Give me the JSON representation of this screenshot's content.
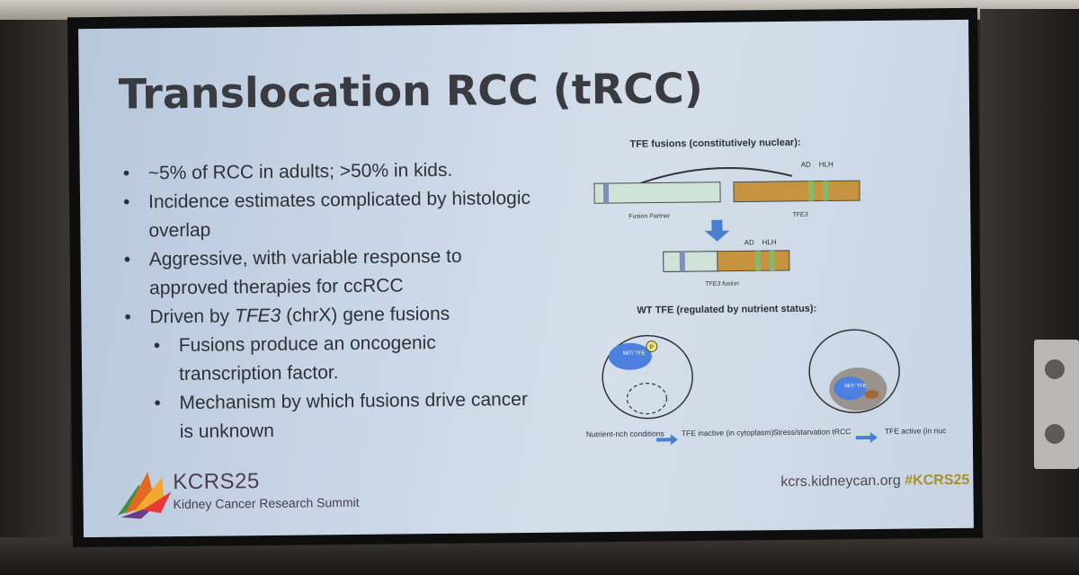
{
  "slide": {
    "title": "Translocation RCC (tRCC)",
    "bullets": {
      "b1": "~5% of RCC in adults; >50% in kids.",
      "b2": "Incidence estimates complicated by histologic overlap",
      "b3": "Aggressive, with variable response to approved therapies for ccRCC",
      "b4_pre": "Driven by ",
      "b4_gene": "TFE3",
      "b4_post": " (chrX) gene fusions",
      "sub1": "Fusions produce an oncogenic transcription factor.",
      "sub2": "Mechanism by which fusions drive cancer is unknown"
    },
    "diagram": {
      "heading_fusion": "TFE fusions (constitutively nuclear):",
      "ad": "AD",
      "hlh": "HLH",
      "fusion_partner": "Fusion Partner",
      "tfe3": "TFE3",
      "tfe3_fusion": "TFE3 fusion",
      "heading_wt": "WT TFE (regulated by nutrient status):",
      "mit_tfe": "MiT/ TFE",
      "p": "P",
      "left_cond": "Nutrient-rich conditions",
      "left_result": "TFE inactive (in cytoplasm)",
      "right_cond": "Stress/starvation tRCC",
      "right_result": "TFE active (in nucleus)"
    },
    "footer": {
      "logo_name": "KCRS25",
      "logo_sub": "Kidney Cancer Research Summit",
      "url": "kcrs.kidneycan.org",
      "hashtag": "#KCRS25"
    }
  },
  "colors": {
    "slide_bg": "#c9d6e6",
    "title": "#3a3b40",
    "tfe3_bar": "#c6943f",
    "partner_bar": "#cfe2d8",
    "arrow": "#4a7fd0",
    "accent": "#a8912a"
  }
}
